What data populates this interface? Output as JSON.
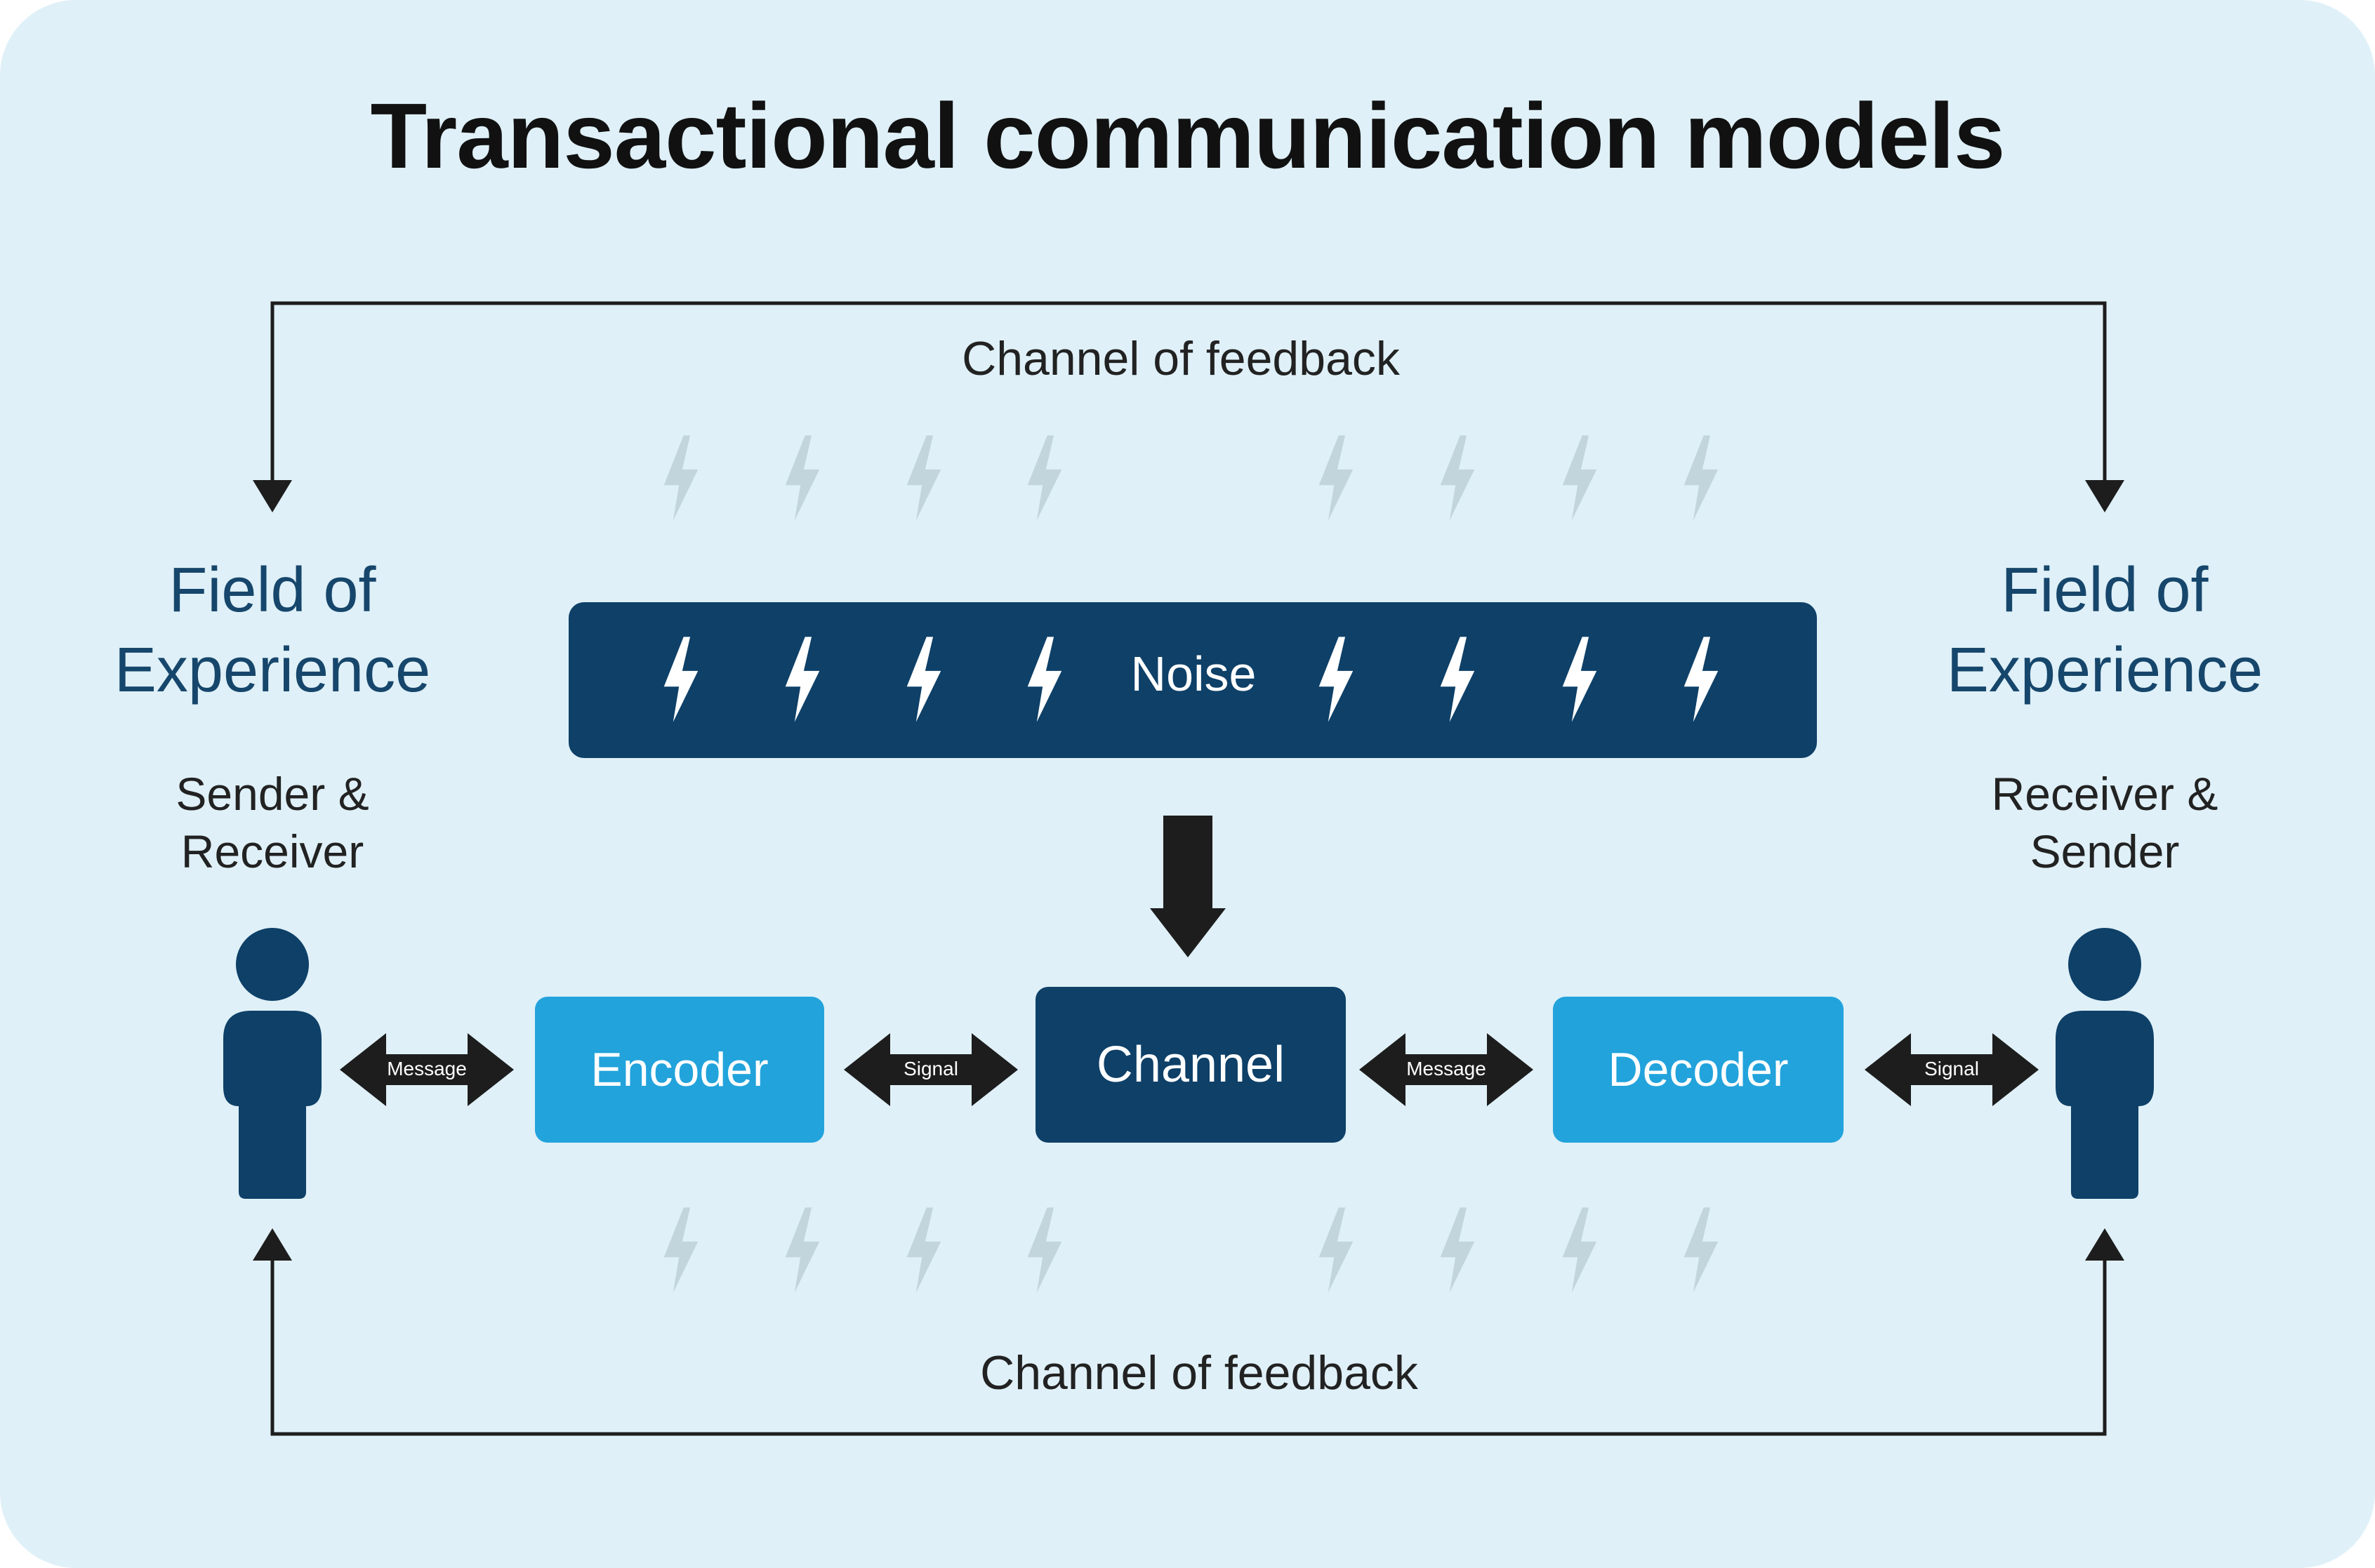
{
  "title": "Transactional communication models",
  "feedback": {
    "top_label": "Channel of feedback",
    "bottom_label": "Channel of feedback"
  },
  "left_party": {
    "field_label": "Field of Experience",
    "role_label": "Sender & Receiver",
    "icon": "person-icon"
  },
  "right_party": {
    "field_label": "Field of Experience",
    "role_label": "Receiver & Sender",
    "icon": "person-icon"
  },
  "noise": {
    "label": "Noise",
    "icon": "lightning-icon"
  },
  "blocks": {
    "encoder": "Encoder",
    "channel": "Channel",
    "decoder": "Decoder"
  },
  "links": {
    "sender_encoder": "Message",
    "encoder_channel": "Signal",
    "channel_decoder": "Message",
    "decoder_receiver": "Signal"
  },
  "colors": {
    "background": "#dff0f8",
    "dark_navy": "#0e4068",
    "light_blue": "#22a3dc",
    "field_text": "#16466b",
    "faint_bolt": "#c3d5dc"
  }
}
